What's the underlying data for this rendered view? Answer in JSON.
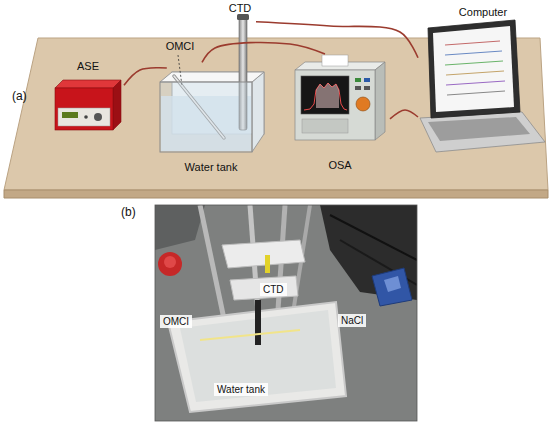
{
  "diagram": {
    "nodes": [
      {
        "text": [
          "ASE"
        ]
      },
      {
        "text": [
          "Water tank"
        ]
      },
      {
        "text": [
          "OMCI"
        ],
        "in": 1
      },
      {
        "text": [
          "CTD"
        ],
        "in": 1
      },
      {
        "text": [
          "OSA"
        ]
      },
      {
        "text": [
          "Computer"
        ]
      }
    ],
    "edges": [
      {
        "from": 0,
        "to": 2,
        "arrow": "none"
      },
      {
        "from": 2,
        "to": 4,
        "arrow": "none"
      },
      {
        "from": 3,
        "to": 5,
        "arrow": "none"
      },
      {
        "from": 4,
        "to": 5,
        "arrow": "none"
      }
    ],
    "labels": [
      "(a)",
      "(b)",
      "CTD",
      "OMCI",
      "NaCl",
      "Water tank"
    ]
  }
}
